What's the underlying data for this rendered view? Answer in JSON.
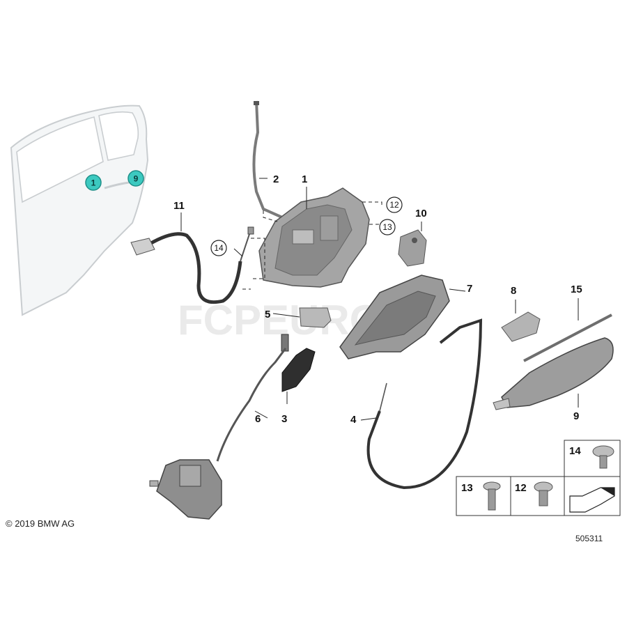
{
  "callouts": {
    "c1": "1",
    "c2": "2",
    "c3": "3",
    "c4": "4",
    "c5": "5",
    "c6": "6",
    "c7": "7",
    "c8": "8",
    "c9": "9",
    "c10": "10",
    "c11": "11",
    "c12": "12",
    "c13": "13",
    "c14": "14",
    "c15": "15"
  },
  "door_markers": {
    "m1": "1",
    "m9": "9"
  },
  "legend": {
    "l14": "14",
    "l13": "13",
    "l12": "12"
  },
  "watermark": "FCPEURO",
  "copyright": "© 2019 BMW AG",
  "document_number": "505311",
  "colors": {
    "marker_fill": "#3cc9c0",
    "part_gray": "#8e8e8e",
    "line": "#222222"
  }
}
